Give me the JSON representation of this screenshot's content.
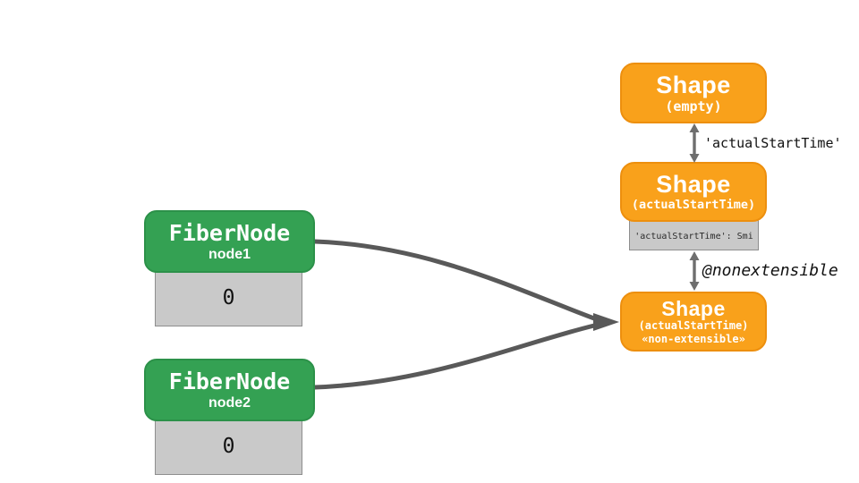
{
  "diagram": {
    "colors": {
      "background": "#ffffff",
      "shape_fill": "#F9A11B",
      "shape_border": "#ED8F0E",
      "fiber_fill": "#34A153",
      "fiber_border": "#2C9149",
      "slot_fill": "#C9C9C9",
      "slot_border": "#8E8E8E",
      "edge": "#595959",
      "transition_arrow": "#6E6E6E",
      "text_light": "#ffffff"
    },
    "shapes": [
      {
        "title": "Shape",
        "subtitle": "(empty)"
      },
      {
        "title": "Shape",
        "subtitle": "(actualStartTime)",
        "slot": "'actualStartTime': Smi"
      },
      {
        "title": "Shape",
        "subtitle": "(actualStartTime)",
        "subtitle2": "«non-extensible»"
      }
    ],
    "transitions": [
      {
        "label": "'actualStartTime'"
      },
      {
        "label": "@nonextensible"
      }
    ],
    "nodes": [
      {
        "title": "FiberNode",
        "name": "node1",
        "value": "0"
      },
      {
        "title": "FiberNode",
        "name": "node2",
        "value": "0"
      }
    ]
  }
}
